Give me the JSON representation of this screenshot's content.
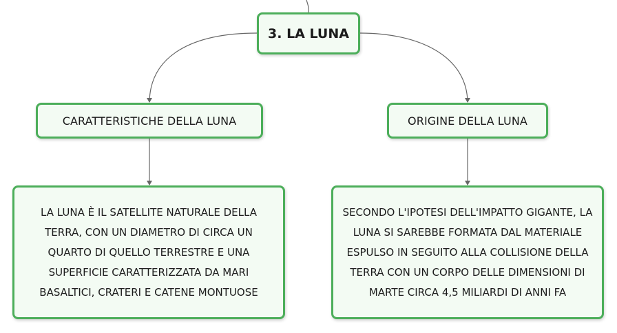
{
  "root": {
    "label": "3. LA LUNA"
  },
  "branches": [
    {
      "label": "CARATTERISTICHE DELLA LUNA",
      "detail": "LA LUNA È IL SATELLITE NATURALE DELLA TERRA, CON UN DIAMETRO DI CIRCA UN QUARTO DI QUELLO TERRESTRE E UNA SUPERFICIE CARATTERIZZATA DA MARI BASALTICI, CRATERI E CATENE MONTUOSE"
    },
    {
      "label": "ORIGINE DELLA LUNA",
      "detail": "SECONDO L'IPOTESI DELL'IMPATTO GIGANTE, LA LUNA SI SAREBBE FORMATA DAL MATERIALE ESPULSO IN SEGUITO ALLA COLLISIONE DELLA TERRA CON UN CORPO DELLE DIMENSIONI DI MARTE CIRCA 4,5 MILIARDI DI ANNI FA"
    }
  ],
  "colors": {
    "node_border": "#4cae5a",
    "node_fill": "#f3fbf3",
    "connector": "#666666"
  }
}
